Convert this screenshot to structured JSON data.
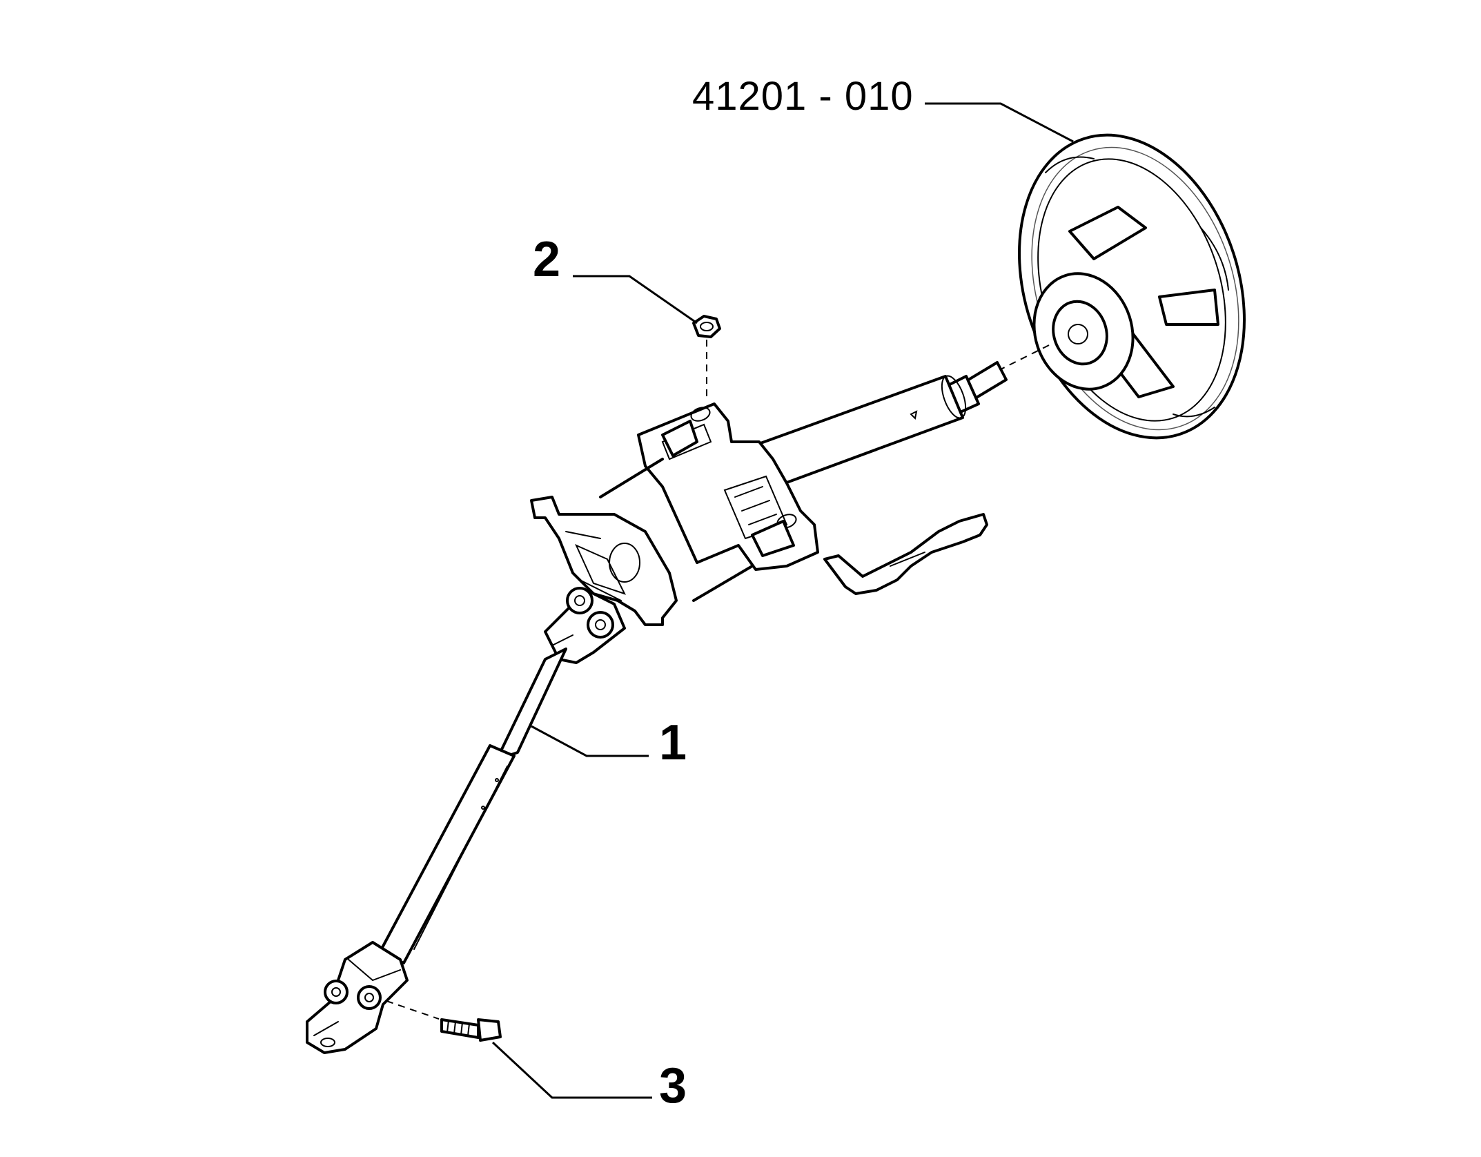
{
  "diagram": {
    "callouts": [
      {
        "id": "steering-wheel",
        "label": "41201 - 010"
      },
      {
        "id": "nut",
        "label": "2"
      },
      {
        "id": "steering-column",
        "label": "1"
      },
      {
        "id": "bolt",
        "label": "3"
      }
    ]
  }
}
